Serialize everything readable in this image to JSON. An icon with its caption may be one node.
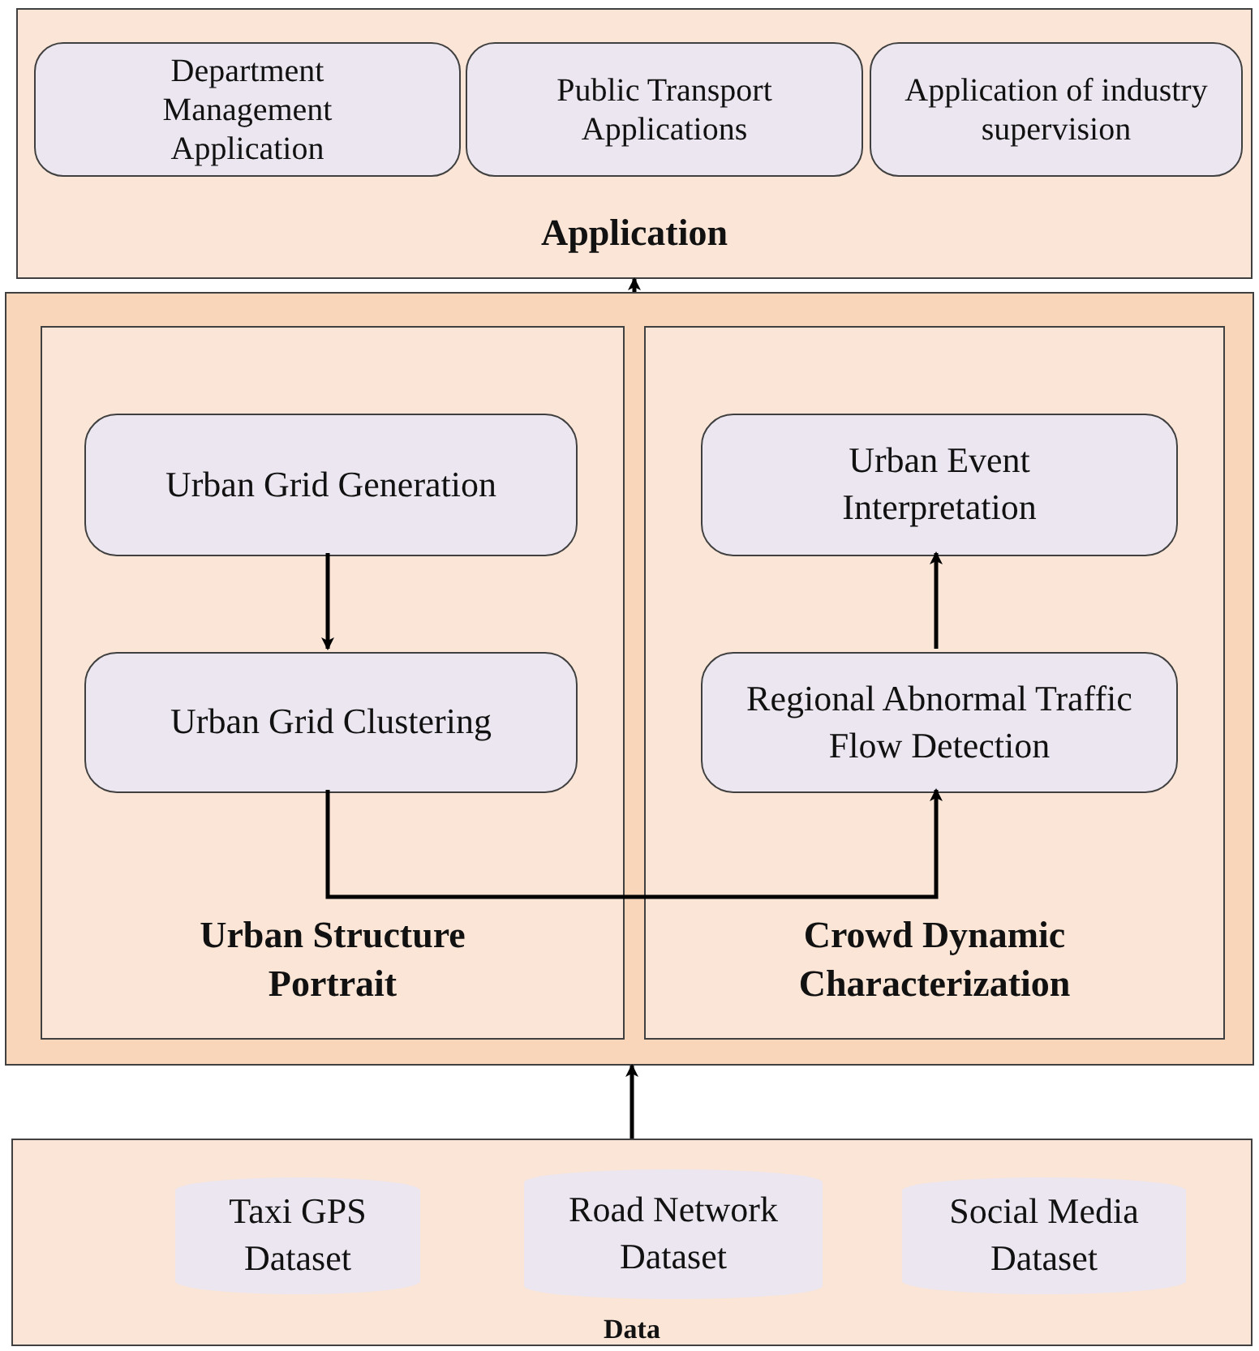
{
  "diagram": {
    "nodes": [
      {
        "text": [
          "Application"
        ]
      },
      {
        "text": [
          "Department Management Application"
        ],
        "in": 0
      },
      {
        "text": [
          "Public Transport Applications"
        ],
        "in": 0
      },
      {
        "text": [
          "Application of industry supervision"
        ],
        "in": 0
      },
      {
        "text": [],
        "shape": "box"
      },
      {
        "text": [
          "Urban Structure Portrait"
        ],
        "in": 4
      },
      {
        "text": [
          "Urban Grid Generation"
        ],
        "in": 5
      },
      {
        "text": [
          "Urban Grid Clustering"
        ],
        "in": 5
      },
      {
        "text": [
          "Crowd Dynamic Characterization"
        ],
        "in": 4
      },
      {
        "text": [
          "Urban Event Interpretation"
        ],
        "in": 8
      },
      {
        "text": [
          "Regional Abnormal Traffic Flow Detection"
        ],
        "in": 8
      },
      {
        "text": [
          "Data"
        ]
      },
      {
        "text": [
          "Taxi GPS Dataset"
        ],
        "in": 11
      },
      {
        "text": [
          "Road Network Dataset"
        ],
        "in": 11
      },
      {
        "text": [
          "Social Media Dataset"
        ],
        "in": 11
      }
    ],
    "edges": [
      {
        "from": 4,
        "to": 0,
        "arrow": "to"
      },
      {
        "from": 11,
        "to": 4,
        "arrow": "to"
      },
      {
        "from": 6,
        "to": 7,
        "arrow": "to"
      },
      {
        "from": 7,
        "to": 10,
        "arrow": "to"
      },
      {
        "from": 10,
        "to": 9,
        "arrow": "to"
      }
    ]
  }
}
